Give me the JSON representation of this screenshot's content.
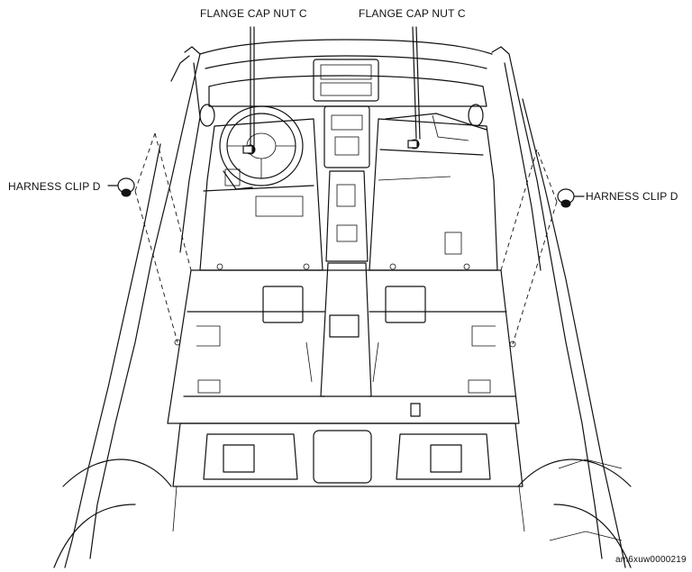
{
  "labels": {
    "flange_cap_nut_left": "FLANGE CAP NUT C",
    "flange_cap_nut_right": "FLANGE CAP NUT C",
    "harness_clip_left": "HARNESS CLIP D",
    "harness_clip_right": "HARNESS CLIP D"
  },
  "figure_code": "am6xuw0000219"
}
